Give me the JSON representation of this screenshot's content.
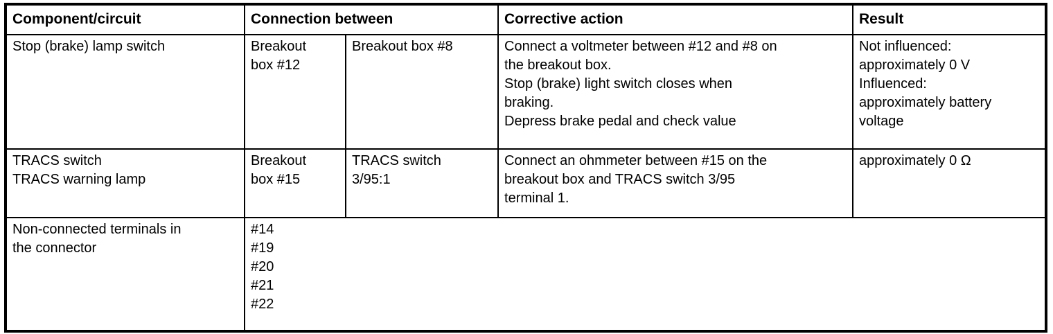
{
  "page": {
    "background_color": "#ffffff",
    "text_color": "#000000",
    "border_color": "#000000"
  },
  "table": {
    "headers": {
      "component": "Component/circuit",
      "connection": "Connection between",
      "corrective": "Corrective action",
      "result": "Result"
    },
    "rows": [
      {
        "component": "Stop (brake) lamp switch",
        "connection_a": "Breakout\nbox #12",
        "connection_b": "Breakout box #8",
        "corrective": "Connect a voltmeter between #12 and #8 on\nthe breakout box.\nStop (brake) light switch closes when\nbraking.\nDepress brake pedal and check value",
        "result": "Not influenced:\napproximately 0 V\nInfluenced:\napproximately battery voltage"
      },
      {
        "component": "TRACS switch\nTRACS warning lamp",
        "connection_a": "Breakout\nbox #15",
        "connection_b": "TRACS switch\n3/95:1",
        "corrective": "Connect an ohmmeter between #15 on the\nbreakout box and TRACS switch 3/95\nterminal 1.",
        "result": "approximately 0 Ω"
      },
      {
        "component": "Non-connected terminals in\nthe connector",
        "terminals": "#14\n#19\n#20\n#21\n#22"
      }
    ]
  }
}
